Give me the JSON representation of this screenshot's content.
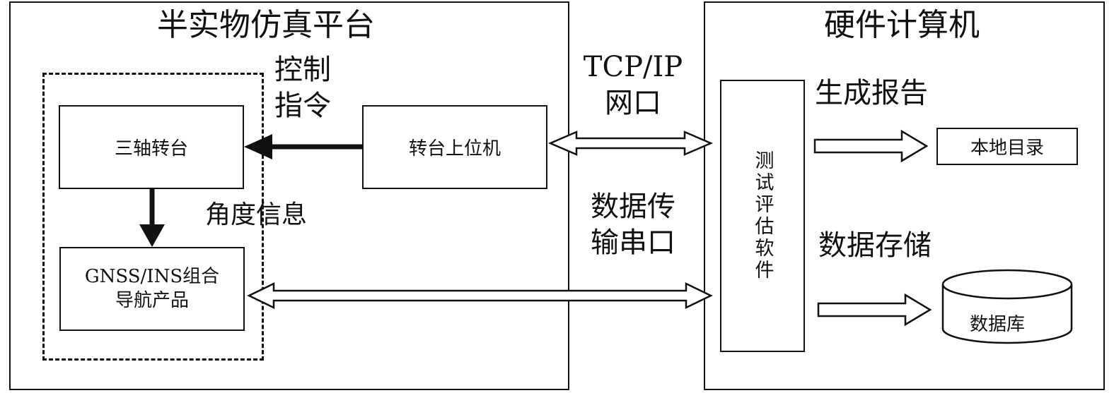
{
  "left_panel": {
    "title": "半实物仿真平台",
    "turntable": "三轴转台",
    "host": "转台上位机",
    "product_line1": "GNSS/INS组合",
    "product_line2": "导航产品",
    "control_cmd": "控制\n指令",
    "angle_info": "角度信息"
  },
  "links": {
    "tcp": "TCP/IP\n网口",
    "serial": "数据传\n输串口"
  },
  "right_panel": {
    "title": "硬件计算机",
    "software": "测试评估软件",
    "report_label": "生成报告",
    "local_dir": "本地目录",
    "storage_label": "数据存储",
    "database": "数据库"
  },
  "colors": {
    "stroke": "#111111",
    "background": "#ffffff"
  }
}
